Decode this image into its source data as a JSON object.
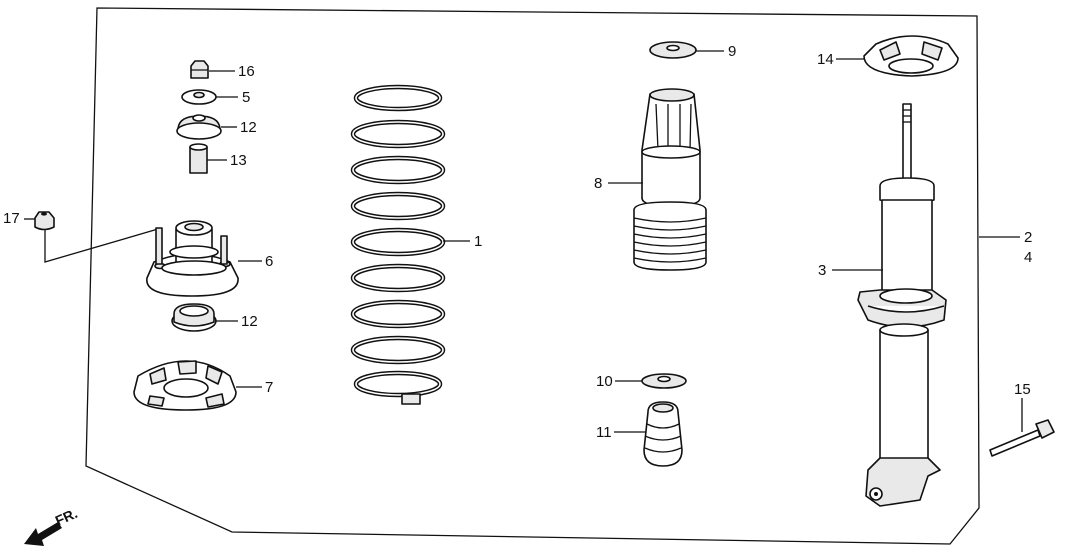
{
  "callouts": {
    "c1": "1",
    "c2": "2",
    "c3": "3",
    "c4": "4",
    "c5": "5",
    "c6": "6",
    "c7": "7",
    "c8": "8",
    "c9": "9",
    "c10": "10",
    "c11": "11",
    "c12a": "12",
    "c12b": "12",
    "c13": "13",
    "c14": "14",
    "c15": "15",
    "c16": "16",
    "c17": "17"
  },
  "direction_label": "FR."
}
